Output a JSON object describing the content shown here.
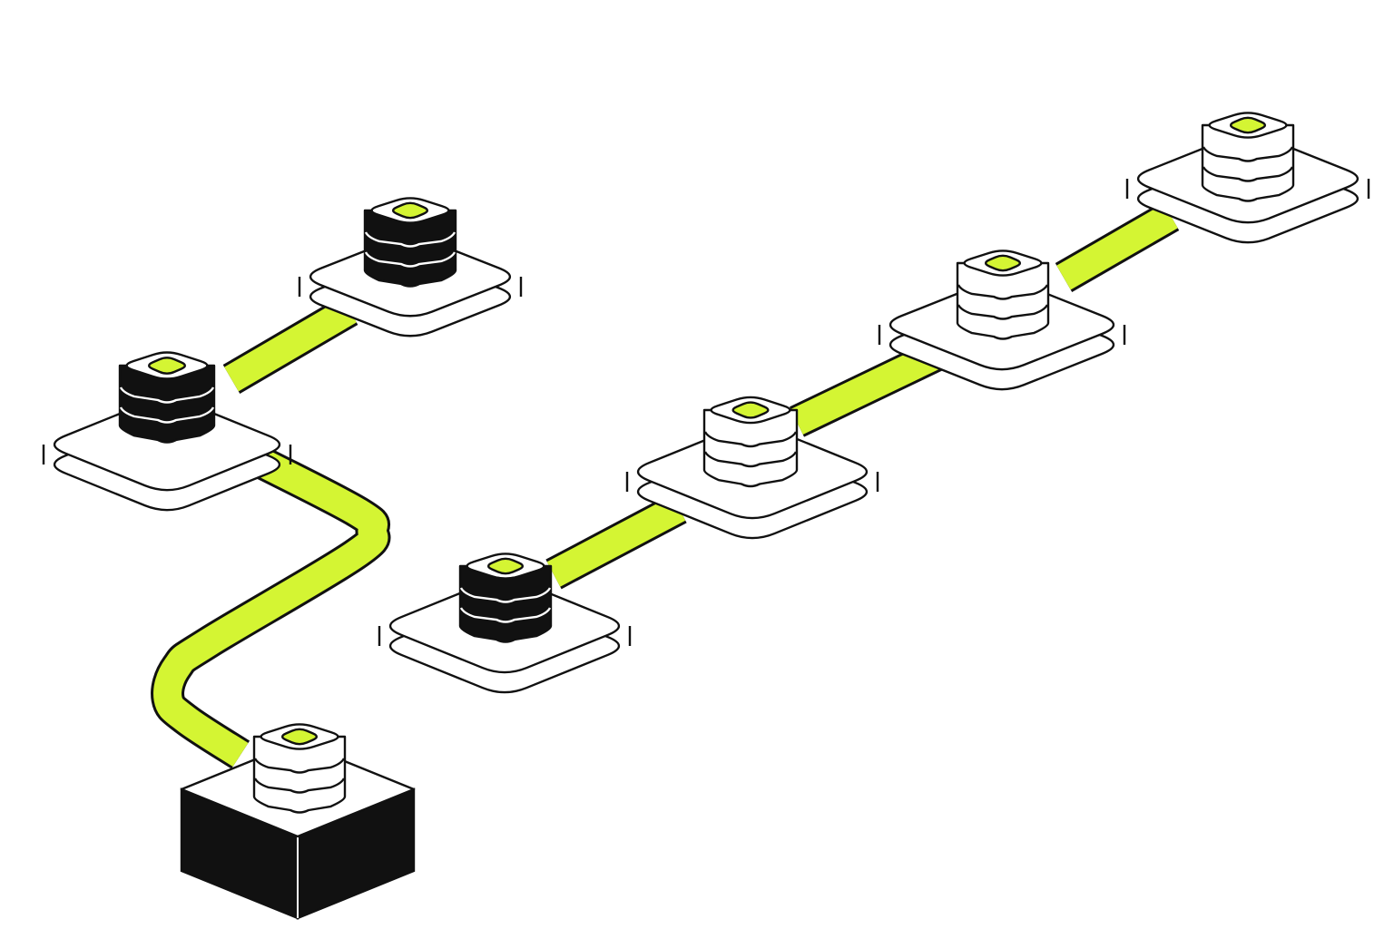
{
  "colors": {
    "background": "#ffffff",
    "accent": "#d4f533",
    "outline": "#111111",
    "platform_fill": "#ffffff",
    "stack_dark": "#111111",
    "stack_light": "#ffffff",
    "base_dark": "#111111"
  },
  "diagram": {
    "nodes": [
      {
        "id": "node-1",
        "platform": "dark-block",
        "stack": "light",
        "icon": "database-icon"
      },
      {
        "id": "node-2",
        "platform": "light-tile",
        "stack": "dark",
        "icon": "database-icon"
      },
      {
        "id": "node-3",
        "platform": "light-tile",
        "stack": "dark",
        "icon": "database-icon"
      },
      {
        "id": "node-4",
        "platform": "light-tile",
        "stack": "dark",
        "icon": "database-icon"
      },
      {
        "id": "node-5",
        "platform": "light-tile",
        "stack": "light",
        "icon": "database-icon"
      },
      {
        "id": "node-6",
        "platform": "light-tile",
        "stack": "light",
        "icon": "database-icon"
      },
      {
        "id": "node-7",
        "platform": "light-tile",
        "stack": "light",
        "icon": "database-icon"
      }
    ],
    "connections": [
      {
        "from": "node-1",
        "to": "node-2"
      },
      {
        "from": "node-2",
        "to": "node-3"
      },
      {
        "from": "node-4",
        "to": "node-5"
      },
      {
        "from": "node-5",
        "to": "node-6"
      },
      {
        "from": "node-6",
        "to": "node-7"
      }
    ]
  }
}
